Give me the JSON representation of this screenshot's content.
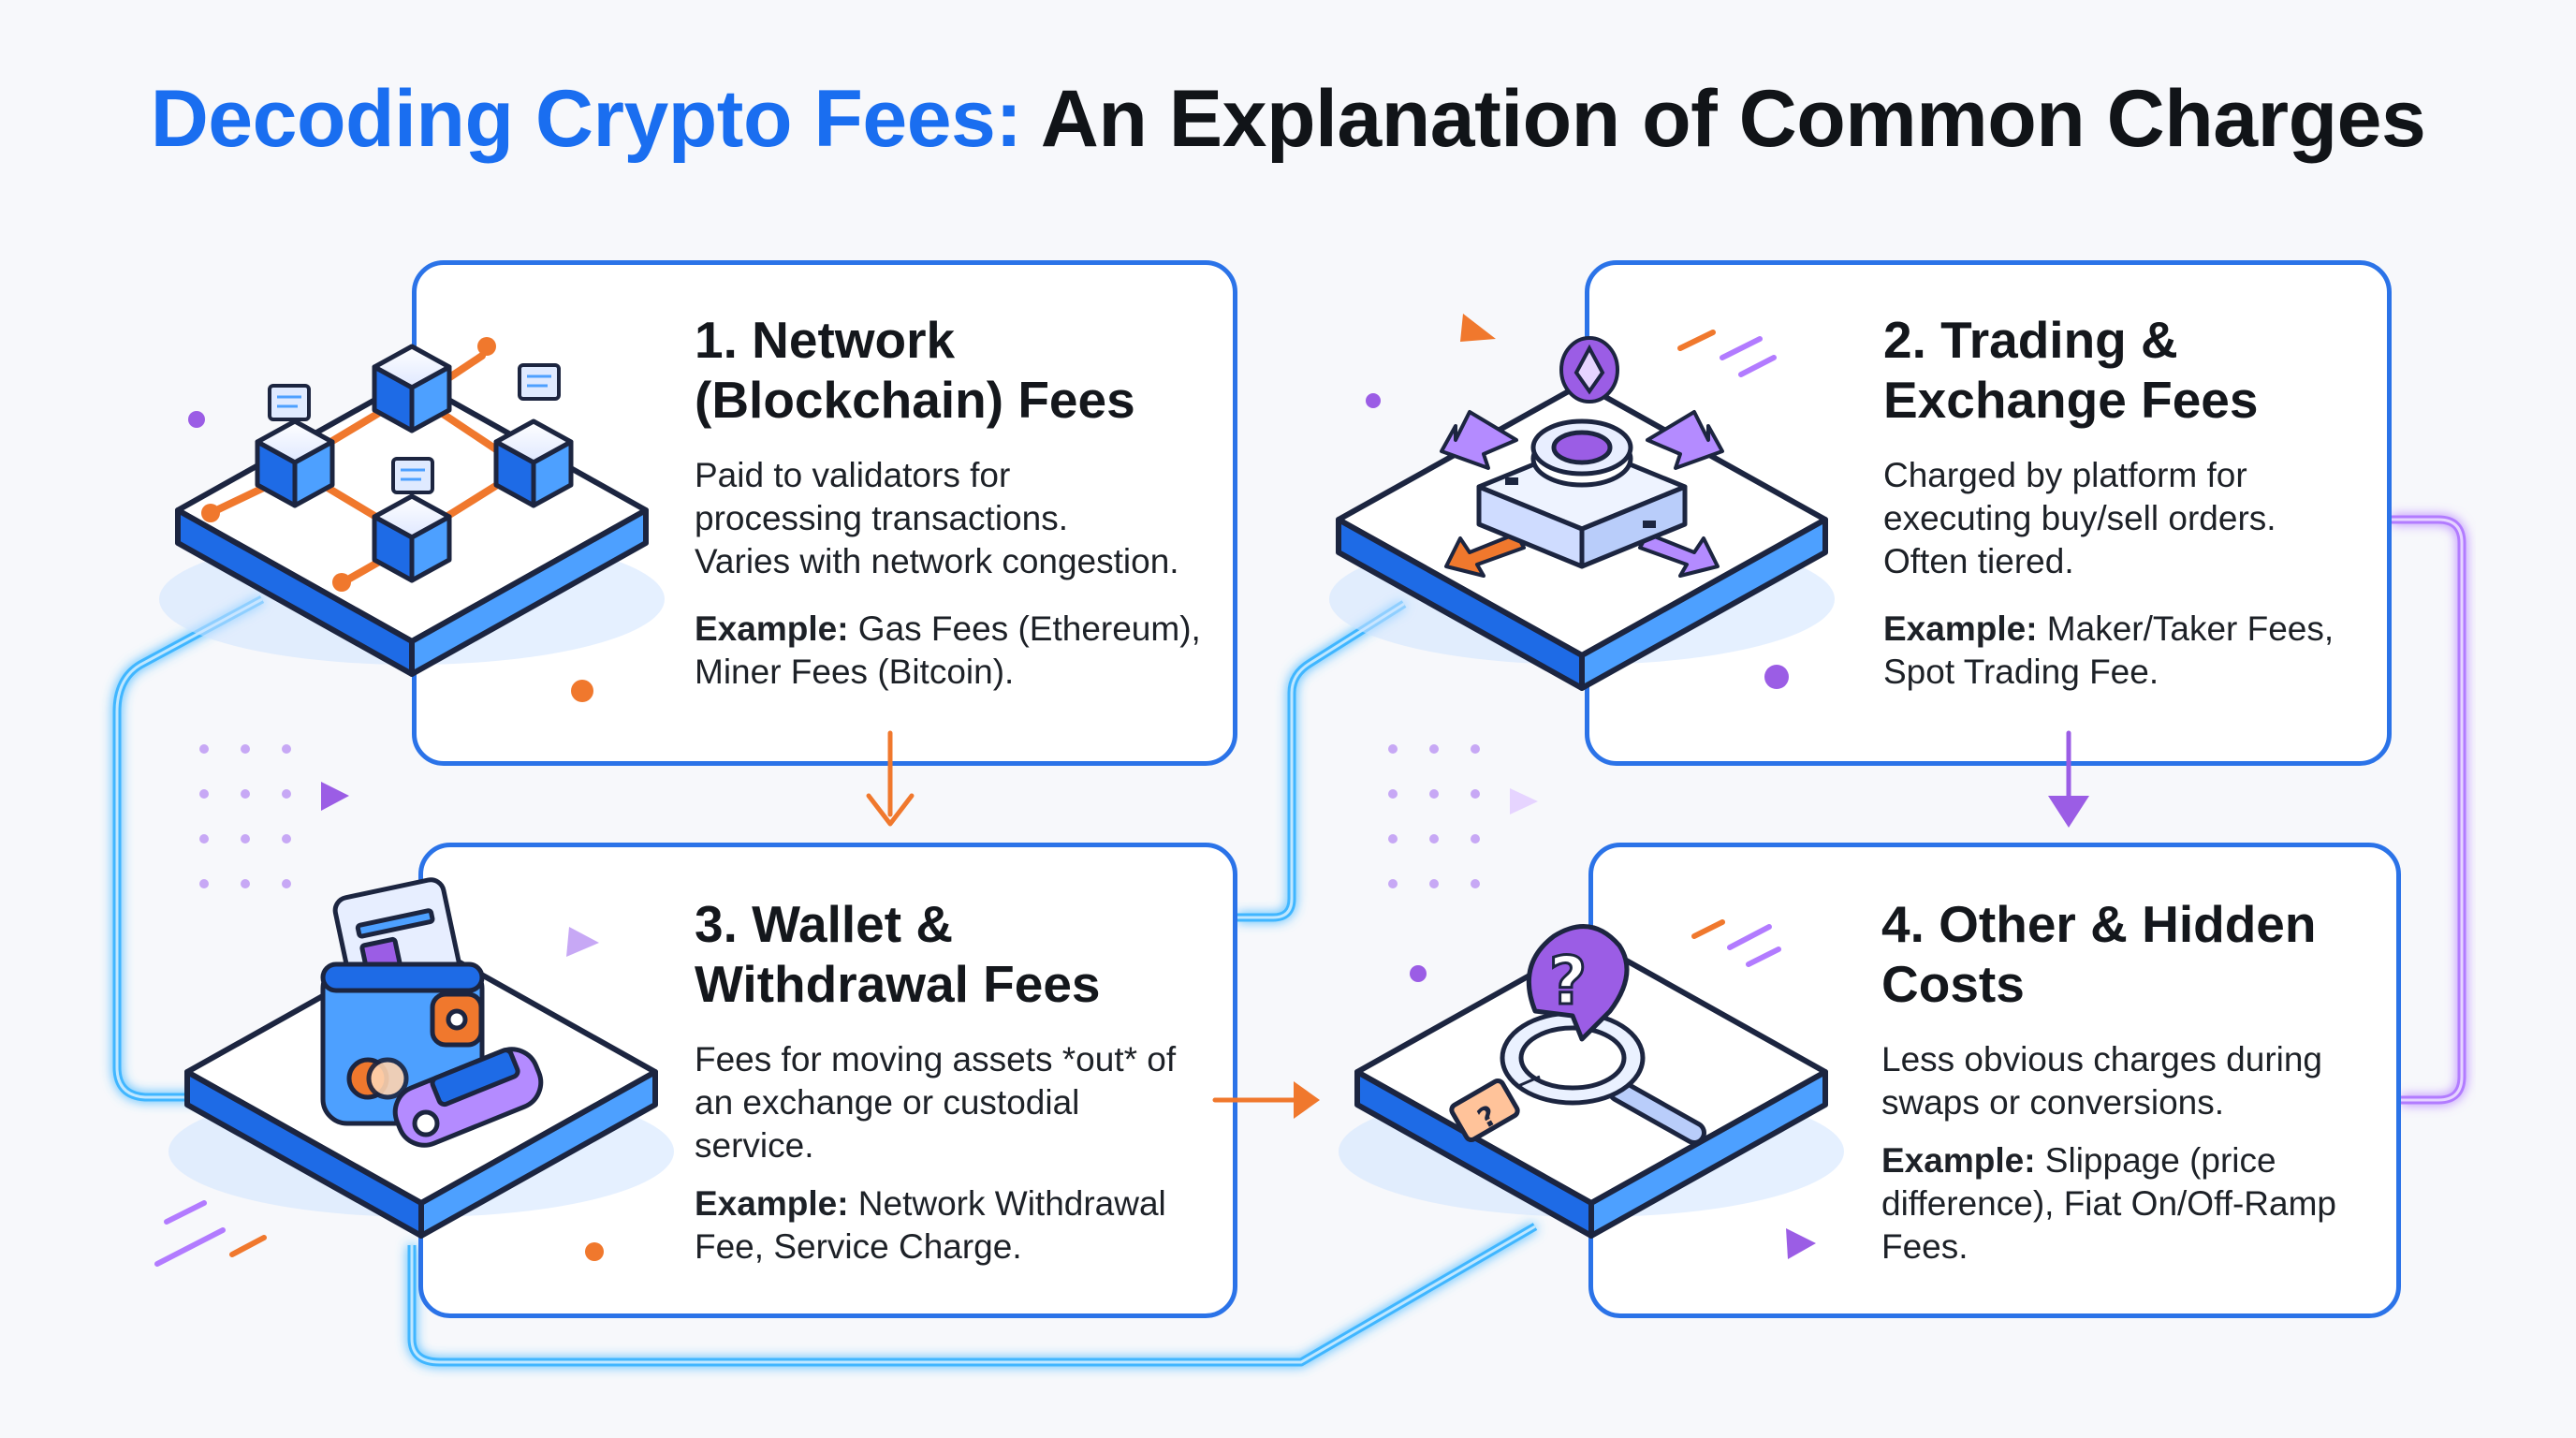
{
  "header": {
    "title_accent": "Decoding Crypto Fees:",
    "title_rest": " An Explanation of Common Charges"
  },
  "cards": [
    {
      "title_line1": "1. Network",
      "title_line2": "(Blockchain) Fees",
      "desc_line1": "Paid to validators for",
      "desc_line2": "processing transactions.",
      "desc_line3": "Varies with network congestion.",
      "example_label": "Example:",
      "example_line1": " Gas Fees (Ethereum),",
      "example_line2": "Miner Fees (Bitcoin).",
      "icon": "blockchain-network-icon"
    },
    {
      "title_line1": "2. Trading &",
      "title_line2": "Exchange Fees",
      "desc_line1": "Charged by platform for",
      "desc_line2": "executing buy/sell orders.",
      "desc_line3": "Often tiered.",
      "example_label": "Example:",
      "example_line1": " Maker/Taker Fees,",
      "example_line2": "Spot Trading Fee.",
      "icon": "exchange-hub-icon"
    },
    {
      "title_line1": "3. Wallet &",
      "title_line2": "Withdrawal Fees",
      "desc_line1": "Fees for moving assets *out* of",
      "desc_line2": "an exchange or custodial",
      "desc_line3": "service.",
      "example_label": "Example:",
      "example_line1": " Network Withdrawal",
      "example_line2": "Fee, Service Charge.",
      "icon": "wallet-hardware-icon"
    },
    {
      "title_line1": "4. Other & Hidden",
      "title_line2": "Costs",
      "desc_line1": "Less obvious charges during",
      "desc_line2": "swaps or conversions.",
      "desc_line3": "",
      "example_label": "Example:",
      "example_line1": " Slippage (price",
      "example_line2": "difference), Fiat On/Off-Ramp",
      "example_line3": "Fees.",
      "icon": "magnifier-question-icon"
    }
  ],
  "colors": {
    "accent_blue": "#1a6ef0",
    "card_border": "#2b73e8",
    "arrow_orange": "#f0782d",
    "arrow_purple": "#9b5de5",
    "connector_cyan": "#3fb6ff",
    "connector_purple": "#b27bff"
  }
}
